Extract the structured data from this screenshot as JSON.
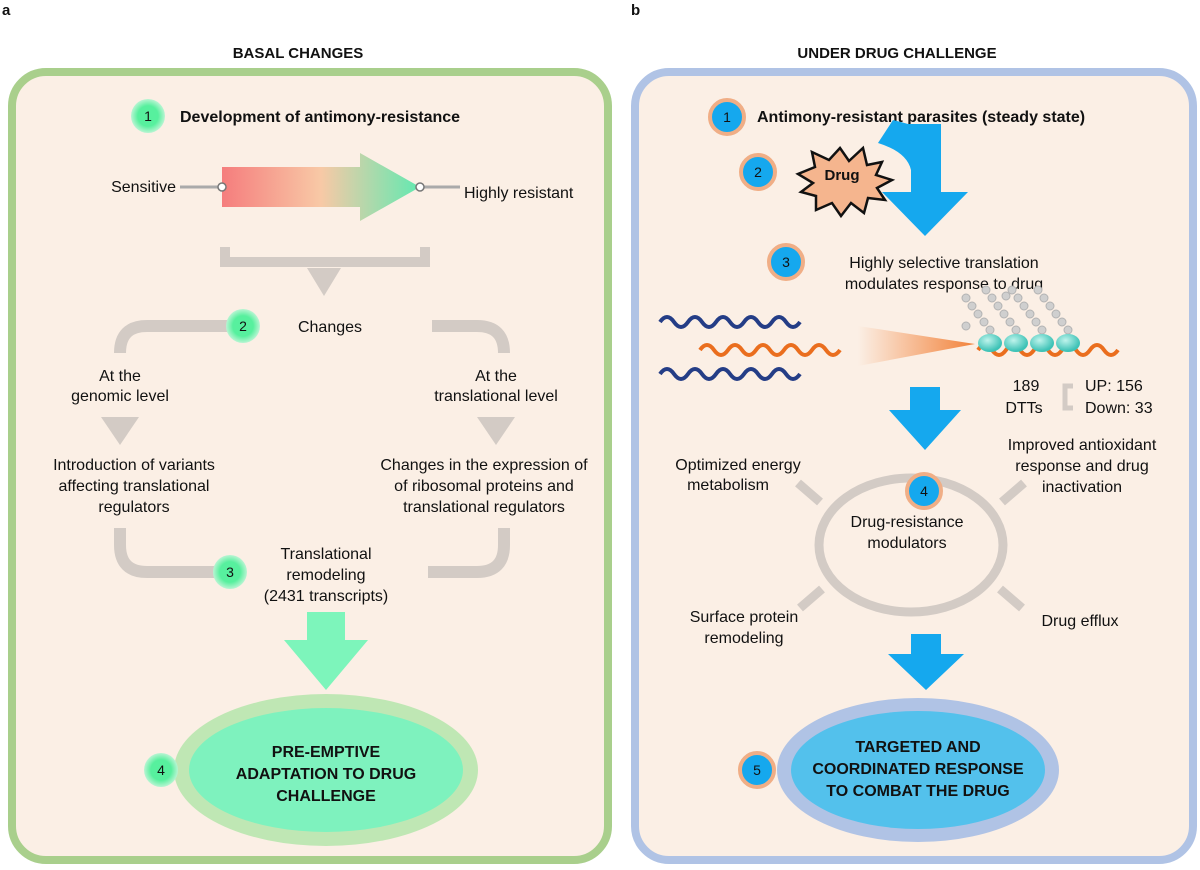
{
  "panel_a": {
    "label": "a",
    "title": "BASAL CHANGES",
    "step1": {
      "num": "1",
      "text": "Development of antimony-resistance"
    },
    "sensitive": "Sensitive",
    "highly_resistant": "Highly resistant",
    "step2": {
      "num": "2",
      "text": "Changes"
    },
    "genomic_level": [
      "At the",
      "genomic level"
    ],
    "translational_level": [
      "At the",
      "translational level"
    ],
    "variants": [
      "Introduction of variants",
      "affecting translational",
      "regulators"
    ],
    "expression": [
      "Changes in the expression of",
      "of ribosomal proteins and",
      "translational regulators"
    ],
    "step3": {
      "num": "3",
      "lines": [
        "Translational",
        "remodeling",
        "(2431 transcripts)"
      ]
    },
    "step4": {
      "num": "4",
      "lines": [
        "PRE-EMPTIVE",
        "ADAPTATION TO DRUG",
        "CHALLENGE"
      ]
    },
    "colors": {
      "border": "#a9cf8c",
      "accent": "#76f5b8",
      "bg": "#fbefe5",
      "gray": "#d3cbc5"
    }
  },
  "panel_b": {
    "label": "b",
    "title": "UNDER DRUG CHALLENGE",
    "step1": {
      "num": "1",
      "text": "Antimony-resistant parasites (steady state)"
    },
    "step2": {
      "num": "2",
      "drug": "Drug"
    },
    "step3": {
      "num": "3",
      "lines": [
        "Highly selective translation",
        "modulates response to drug"
      ]
    },
    "dtts": [
      "189",
      "DTTs"
    ],
    "up": "UP: 156",
    "down": "Down: 33",
    "energy": [
      "Optimized energy",
      "metabolism"
    ],
    "antioxidant": [
      "Improved antioxidant",
      "response and drug",
      "inactivation"
    ],
    "step4": {
      "num": "4",
      "lines": [
        "Drug-resistance",
        "modulators"
      ]
    },
    "surface": [
      "Surface protein",
      "remodeling"
    ],
    "efflux": "Drug efflux",
    "step5": {
      "num": "5",
      "lines": [
        "TARGETED AND",
        "COORDINATED RESPONSE",
        "TO COMBAT THE DRUG"
      ]
    },
    "colors": {
      "border": "#b0c3e5",
      "accent": "#15a8ee",
      "badge_ring": "#f0ae86",
      "drug": "#f5b58e",
      "mrna_blue": "#243d86",
      "mrna_orange": "#ea6e1e",
      "bg": "#fbefe5"
    }
  }
}
